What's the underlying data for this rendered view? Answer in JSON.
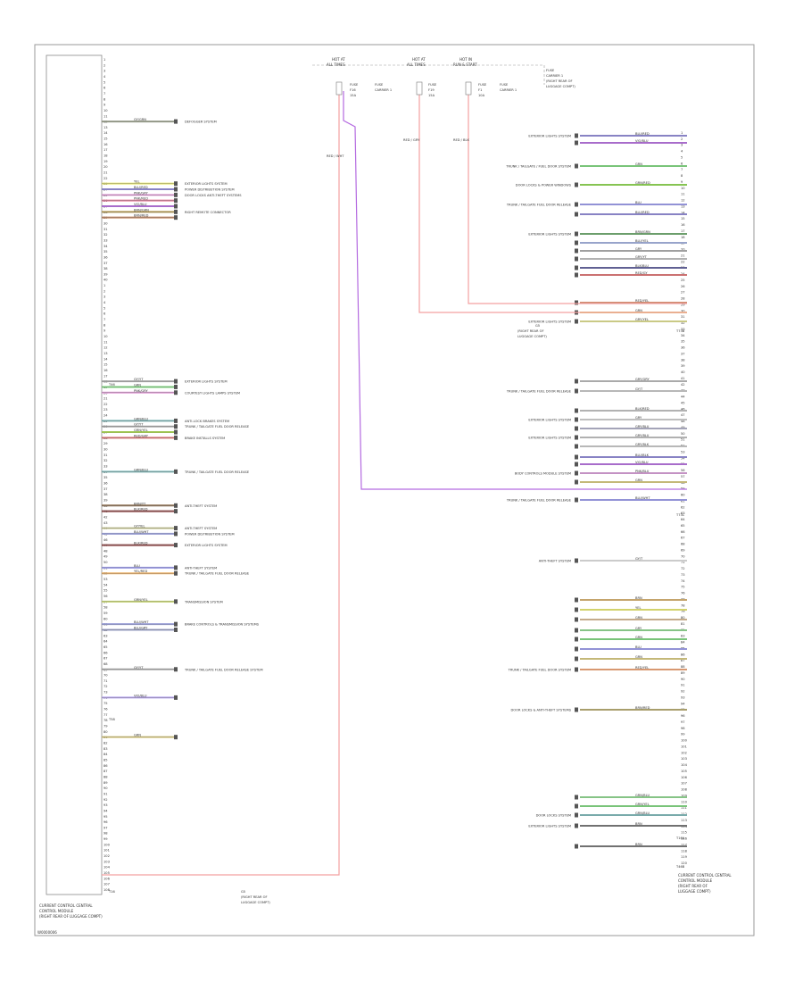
{
  "diagram": {
    "module_left": {
      "name_lines": [
        "CURRENT CONTROL CENTRAL",
        "CONTROL MODULE",
        "(RIGHT REAR OF LUGGAGE COMPT)"
      ],
      "upper_connector_pins": [
        "1",
        "2",
        "3",
        "4",
        "5",
        "6",
        "7",
        "8",
        "9",
        "10",
        "11",
        "12",
        "13",
        "14",
        "15",
        "16",
        "17",
        "18",
        "19",
        "20",
        "21",
        "22",
        "23",
        "24",
        "25",
        "26",
        "27",
        "28",
        "29",
        "30",
        "31",
        "32",
        "33",
        "34",
        "35",
        "36",
        "37",
        "38",
        "39",
        "40"
      ],
      "lower_connector_pins": [
        "1",
        "2",
        "3",
        "4",
        "5",
        "6",
        "7",
        "8",
        "9",
        "10",
        "11",
        "12",
        "13",
        "14",
        "15",
        "16",
        "17",
        "18",
        "19",
        "20",
        "21",
        "22",
        "23",
        "24",
        "25",
        "26",
        "27",
        "28",
        "29",
        "30",
        "31",
        "32",
        "33",
        "34",
        "35",
        "36",
        "37",
        "38",
        "39",
        "40",
        "41",
        "42",
        "43",
        "44",
        "45",
        "46",
        "47",
        "48",
        "49",
        "50",
        "51",
        "52",
        "53",
        "54",
        "55",
        "56",
        "57",
        "58",
        "59",
        "60",
        "61",
        "62",
        "63",
        "64",
        "65",
        "66",
        "67",
        "68",
        "69",
        "70",
        "71",
        "72",
        "73",
        "74",
        "75",
        "76",
        "77",
        "78",
        "79",
        "80",
        "81",
        "82",
        "83",
        "84",
        "85",
        "86",
        "87",
        "88",
        "89",
        "90",
        "91",
        "92",
        "93",
        "94",
        "95",
        "96",
        "97",
        "98",
        "99",
        "100",
        "101",
        "102",
        "103",
        "104",
        "105",
        "106",
        "107",
        "108"
      ],
      "connector_labels": [
        "T46",
        "T58",
        "T16"
      ],
      "wires": [
        {
          "color_code": "GY/GRN",
          "target": "DEFOGGER SYSTEM",
          "hex": "#9aa08a"
        },
        {
          "color_code": "YEL",
          "target": "EXTERIOR LIGHTS SYSTEM",
          "hex": "#e8e86a"
        },
        {
          "color_code": "BLU/RED",
          "target": "POWER DISTRIBUTION SYSTEM",
          "hex": "#8c86d8"
        },
        {
          "color_code": "PNK/GRY",
          "target": "DOOR LOCKS ANTI-THEFT SYSTEMS",
          "hex": "#e29ad8"
        },
        {
          "color_code": "PNK/RED",
          "target": "",
          "hex": "#e87a9a"
        },
        {
          "color_code": "VIO/BLU",
          "target": "",
          "hex": "#b46ae0"
        },
        {
          "color_code": "BRN/GRN",
          "target": "RIGHT REMOTE CONNECTOR",
          "hex": "#b89a4a"
        },
        {
          "color_code": "BRN/RED",
          "target": "",
          "hex": "#c4825a"
        },
        {
          "color_code": "GY/YT",
          "target": "EXTERIOR LIGHTS SYSTEM",
          "hex": "#aaaaaa"
        },
        {
          "color_code": "GRN",
          "target": "",
          "hex": "#7ad87a"
        },
        {
          "color_code": "PNK/GRY",
          "target": "COURTESY LIGHTS LAMPS SYSTEM",
          "hex": "#e29ad8"
        },
        {
          "color_code": "GRN/BLU",
          "target": "ANTI-LOCK BRAKES SYSTEM",
          "hex": "#7ab8b8"
        },
        {
          "color_code": "GY/YT",
          "target": "TRUNK / TAILGATE FUEL DOOR RELEASE",
          "hex": "#aaaaaa"
        },
        {
          "color_code": "GRN/YEL",
          "target": "",
          "hex": "#a8d84a"
        },
        {
          "color_code": "RED/GRY",
          "target": "BRAKE INSTALLS SYSTEM",
          "hex": "#e07070"
        },
        {
          "color_code": "GRN/BLU",
          "target": "TRUNK / TAILGATE FUEL DOOR RELEASE",
          "hex": "#7ab8b8"
        },
        {
          "color_code": "BRN/YT",
          "target": "ANTI-THEFT SYSTEM",
          "hex": "#8a6a4a"
        },
        {
          "color_code": "BLK/RED",
          "target": "",
          "hex": "#8a3a3a"
        },
        {
          "color_code": "GY/YEL",
          "target": "ANTI-THEFT SYSTEM",
          "hex": "#c8c890"
        },
        {
          "color_code": "BLU/WHT",
          "target": "POWER DISTRIBUTION SYSTEM",
          "hex": "#9aa0e0"
        },
        {
          "color_code": "BLK/RED",
          "target": "EXTERIOR LIGHTS SYSTEM",
          "hex": "#8a3a3a"
        },
        {
          "color_code": "BLU",
          "target": "ANTI-THEFT SYSTEM",
          "hex": "#9a9aee"
        },
        {
          "color_code": "YEL/RED",
          "target": "TRUNK / TAILGATE FUEL DOOR RELEASE",
          "hex": "#f0b060"
        },
        {
          "color_code": "GRN/YEL",
          "target": "TRANSMISSION SYSTEM",
          "hex": "#c8d870"
        },
        {
          "color_code": "BLU/WHT",
          "target": "BRAKE CONTROLS & TRANSMISSION SYSTEMS",
          "hex": "#9aa0e0"
        },
        {
          "color_code": "BLU/GRY",
          "target": "",
          "hex": "#9aa0c8"
        },
        {
          "color_code": "GY/YT",
          "target": "TRUNK / TAILGATE FUEL DOOR RELEASE SYSTEM",
          "hex": "#aaaaaa"
        },
        {
          "color_code": "VIO/BLU",
          "target": "",
          "hex": "#b4a0f0"
        },
        {
          "color_code": "GRN",
          "target": "",
          "hex": "#d8c878"
        }
      ],
      "ground_label": [
        "G5",
        "(RIGHT REAR OF",
        "LUGGAGE COMPT)"
      ]
    },
    "fuses": [
      {
        "title": [
          "HOT AT",
          "ALL TIMES"
        ],
        "fuse": [
          "FUSE",
          "F16",
          "15A"
        ],
        "spec": [
          "FUSE",
          "CARRIER 1"
        ]
      },
      {
        "title": [
          "HOT AT",
          "ALL TIMES"
        ],
        "fuse": [
          "FUSE",
          "F19",
          "15A"
        ],
        "spec": []
      },
      {
        "title": [
          "HOT IN",
          "RUN & START"
        ],
        "fuse": [
          "FUSE",
          "F1",
          "10A"
        ],
        "spec": [
          "FUSE",
          "CARRIER 1"
        ]
      }
    ],
    "fuse_note": [
      "FUSE",
      "CARRIER 1",
      "(RIGHT REAR OF",
      "LUGGAGE COMPT)"
    ],
    "splice_labels": [
      "RED / WHT",
      "RED / GRY",
      "RED / BLK"
    ],
    "module_right": {
      "name_lines": [
        "CURRENT CONTROL CENTRAL",
        "CONTROL MODULE",
        "(RIGHT REAR OF",
        "LUGGAGE COMPT)"
      ],
      "connector_labels": [
        "T73B",
        "T73C",
        "T16A",
        "T46B"
      ],
      "wires": [
        {
          "color_code": "BLU/RED",
          "target": "EXTERIOR LIGHTS SYSTEM",
          "hex": "#8c86d8"
        },
        {
          "color_code": "VIO/BLU",
          "target": "",
          "hex": "#b46ae0"
        },
        {
          "color_code": "GRN",
          "target": "TRUNK / TAILGATE / FUEL DOOR SYSTEM",
          "hex": "#7ad87a"
        },
        {
          "color_code": "GRN/RED",
          "target": "DOOR LOCKS & POWER WINDOWS",
          "hex": "#8ad84a"
        },
        {
          "color_code": "BLU",
          "target": "TRUNK / TAILGATE FUEL DOOR RELEASE",
          "hex": "#9a9aee"
        },
        {
          "color_code": "BLU/RED",
          "target": "",
          "hex": "#8c86d8"
        },
        {
          "color_code": "BRN/GRN",
          "target": "EXTERIOR LIGHTS SYSTEM",
          "hex": "#6aa86a"
        },
        {
          "color_code": "BLU/YEL",
          "target": "",
          "hex": "#a0b0e0"
        },
        {
          "color_code": "GRY",
          "target": "",
          "hex": "#aaaaaa"
        },
        {
          "color_code": "GRY/YT",
          "target": "",
          "hex": "#c0c0c0"
        },
        {
          "color_code": "BLK/BLU",
          "target": "",
          "hex": "#5a5a9a"
        },
        {
          "color_code": "RED/GY",
          "target": "",
          "hex": "#e07070"
        },
        {
          "color_code": "RED/YEL",
          "target": "",
          "hex": "#e8906a"
        },
        {
          "color_code": "GRN",
          "target": "",
          "hex": "#d8c878"
        },
        {
          "color_code": "GRY/YEL",
          "target": "EXTERIOR LIGHTS SYSTEM",
          "hex": "#e0e08a"
        },
        {
          "color_code": "GRY/GRY",
          "target": "",
          "hex": "#b8b8b8"
        },
        {
          "color_code": "GY/T",
          "target": "TRUNK / TAILGATE FUEL DOOR RELEASE",
          "hex": "#c8c8c8"
        },
        {
          "color_code": "BLK/RED",
          "target": "",
          "hex": "#c0c0c0"
        },
        {
          "color_code": "GRY",
          "target": "EXTERIOR LIGHTS SYSTEM",
          "hex": "#d0d0d0"
        },
        {
          "color_code": "GRY/BLU",
          "target": "",
          "hex": "#b0b0c8"
        },
        {
          "color_code": "GRY/BLU",
          "target": "EXTERIOR LIGHTS SYSTEM",
          "hex": "#c0c0c0"
        },
        {
          "color_code": "GRY/BLK",
          "target": "",
          "hex": "#c8c8c8"
        },
        {
          "color_code": "BLU/BLK",
          "target": "",
          "hex": "#8c86d8"
        },
        {
          "color_code": "VIO/BLU",
          "target": "",
          "hex": "#b46ae0"
        },
        {
          "color_code": "PNK/BLU",
          "target": "BODY CONTROLS MODULE SYSTEM",
          "hex": "#d89ad8"
        },
        {
          "color_code": "GRN",
          "target": "",
          "hex": "#d8c878"
        },
        {
          "color_code": "BLU/WHT",
          "target": "TRUNK / TAILGATE FUEL DOOR RELEASE",
          "hex": "#9a9aee"
        },
        {
          "color_code": "GY/T",
          "target": "ANTI-THEFT SYSTEM",
          "hex": "#e0e0e0"
        },
        {
          "color_code": "BRN",
          "target": "",
          "hex": "#d8b06a"
        },
        {
          "color_code": "YEL",
          "target": "",
          "hex": "#e8e86a"
        },
        {
          "color_code": "GRN",
          "target": "",
          "hex": "#d8b890"
        },
        {
          "color_code": "GRY",
          "target": "",
          "hex": "#8ad88a"
        },
        {
          "color_code": "GRN",
          "target": "",
          "hex": "#7ad87a"
        },
        {
          "color_code": "BLU",
          "target": "",
          "hex": "#9a9aee"
        },
        {
          "color_code": "GRN",
          "target": "",
          "hex": "#d8c878"
        },
        {
          "color_code": "RED/YEL",
          "target": "TRUNK / TAILGATE FUEL DOOR SYSTEM",
          "hex": "#f0a070"
        },
        {
          "color_code": "BRN/RED",
          "target": "DOOR LOCKS & ANTI-THEFT SYSTEMS",
          "hex": "#b4a86a"
        },
        {
          "color_code": "GRN/BLU",
          "target": "",
          "hex": "#8ad88a"
        },
        {
          "color_code": "GRN/YEL",
          "target": "",
          "hex": "#7ad87a"
        },
        {
          "color_code": "GRN/BLU",
          "target": "DOOR LOCKS SYSTEM",
          "hex": "#7ab8b8"
        },
        {
          "color_code": "BRN",
          "target": "EXTERIOR LIGHTS SYSTEM",
          "hex": "#707070"
        },
        {
          "color_code": "BRN",
          "target": "",
          "hex": "#707070"
        }
      ],
      "ground_label": [
        "G5",
        "(RIGHT REAR OF",
        "LUGGAGE COMPT)"
      ]
    },
    "footer_code": "W0000006",
    "pin_count_right": [
      "1",
      "2",
      "3",
      "4",
      "5",
      "6",
      "7",
      "8",
      "9",
      "10",
      "11",
      "12",
      "13",
      "14",
      "15",
      "16",
      "17",
      "18",
      "19",
      "20",
      "21",
      "22",
      "23",
      "24",
      "25",
      "26",
      "27",
      "28",
      "29",
      "30",
      "31",
      "32",
      "33",
      "34",
      "35",
      "36",
      "37",
      "38",
      "39",
      "40",
      "41",
      "42",
      "43",
      "44",
      "45",
      "46",
      "47",
      "48",
      "49",
      "50",
      "51",
      "52",
      "53",
      "54",
      "55",
      "56",
      "57",
      "58",
      "59",
      "60",
      "61",
      "62",
      "63",
      "64",
      "65",
      "66",
      "67",
      "68",
      "69",
      "70",
      "71",
      "72",
      "73",
      "74",
      "75",
      "76",
      "77",
      "78",
      "79",
      "80",
      "81",
      "82",
      "83",
      "84",
      "85",
      "86",
      "87",
      "88",
      "89",
      "90",
      "91",
      "92",
      "93",
      "94",
      "95",
      "96",
      "97",
      "98",
      "99",
      "100",
      "101",
      "102",
      "103",
      "104",
      "105",
      "106",
      "107",
      "108",
      "109",
      "110",
      "111",
      "112",
      "113",
      "114",
      "115",
      "116",
      "117",
      "118",
      "119",
      "120"
    ]
  }
}
